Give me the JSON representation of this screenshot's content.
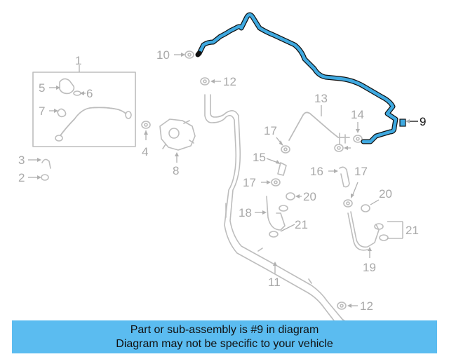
{
  "callouts": {
    "c1": "1",
    "c2": "2",
    "c3": "3",
    "c4": "4",
    "c5": "5",
    "c6": "6",
    "c7": "7",
    "c8": "8",
    "c9": "9",
    "c10": "10",
    "c11": "11",
    "c12a": "12",
    "c12b": "12",
    "c13": "13",
    "c14": "14",
    "c15": "15",
    "c16": "16",
    "c17a": "17",
    "c17b": "17",
    "c17c": "17",
    "c18": "18",
    "c19": "19",
    "c20a": "20",
    "c20b": "20",
    "c21a": "21",
    "c21b": "21"
  },
  "highlight": {
    "part_number": "9",
    "color": "#3fa9e0"
  },
  "banner": {
    "line1": "Part or sub-assembly is #9 in diagram",
    "line2": "Diagram may not be specific to your vehicle",
    "color": "#5bbcf0"
  }
}
